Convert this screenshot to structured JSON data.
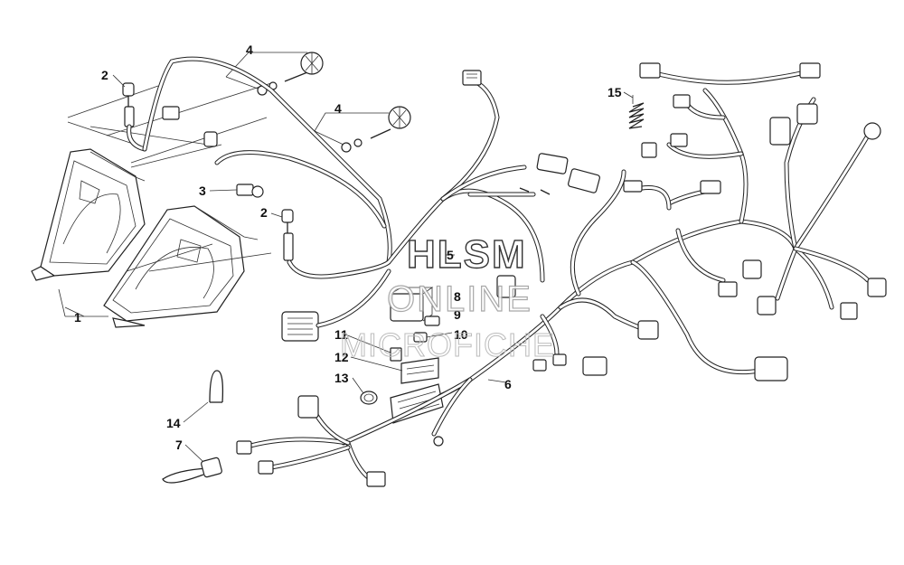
{
  "watermark": {
    "line1": "HLSM",
    "line2": "ONLINE",
    "line3": "MICROFICHE"
  },
  "callouts": {
    "c1": "1",
    "c2a": "2",
    "c2b": "2",
    "c3": "3",
    "c4a": "4",
    "c4b": "4",
    "c5": "5",
    "c6": "6",
    "c7": "7",
    "c8": "8",
    "c9": "9",
    "c10": "10",
    "c11": "11",
    "c12": "12",
    "c13": "13",
    "c14": "14",
    "c15": "15"
  }
}
